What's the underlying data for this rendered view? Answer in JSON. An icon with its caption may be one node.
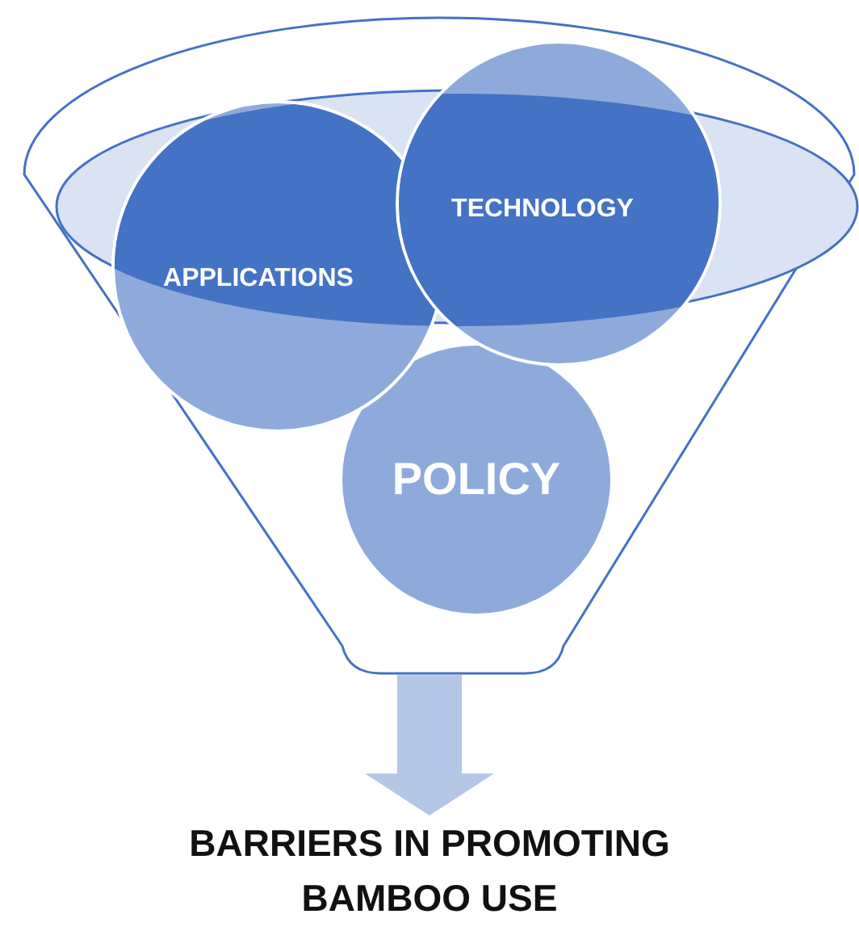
{
  "diagram": {
    "nodes": [
      {
        "text": [],
        "shape": "funnel"
      },
      {
        "text": [
          "APPLICATIONS"
        ],
        "in": 0
      },
      {
        "text": [
          "TECHNOLOGY"
        ],
        "in": 0
      },
      {
        "text": [
          "POLICY"
        ],
        "in": 0
      },
      {
        "text": [
          "BARRIERS IN PROMOTING BAMBOO USE"
        ]
      }
    ],
    "edges": [
      {
        "from": 0,
        "to": 4,
        "arrow": "to",
        "style": "thick",
        "color": "#b4c7e7"
      }
    ]
  }
}
